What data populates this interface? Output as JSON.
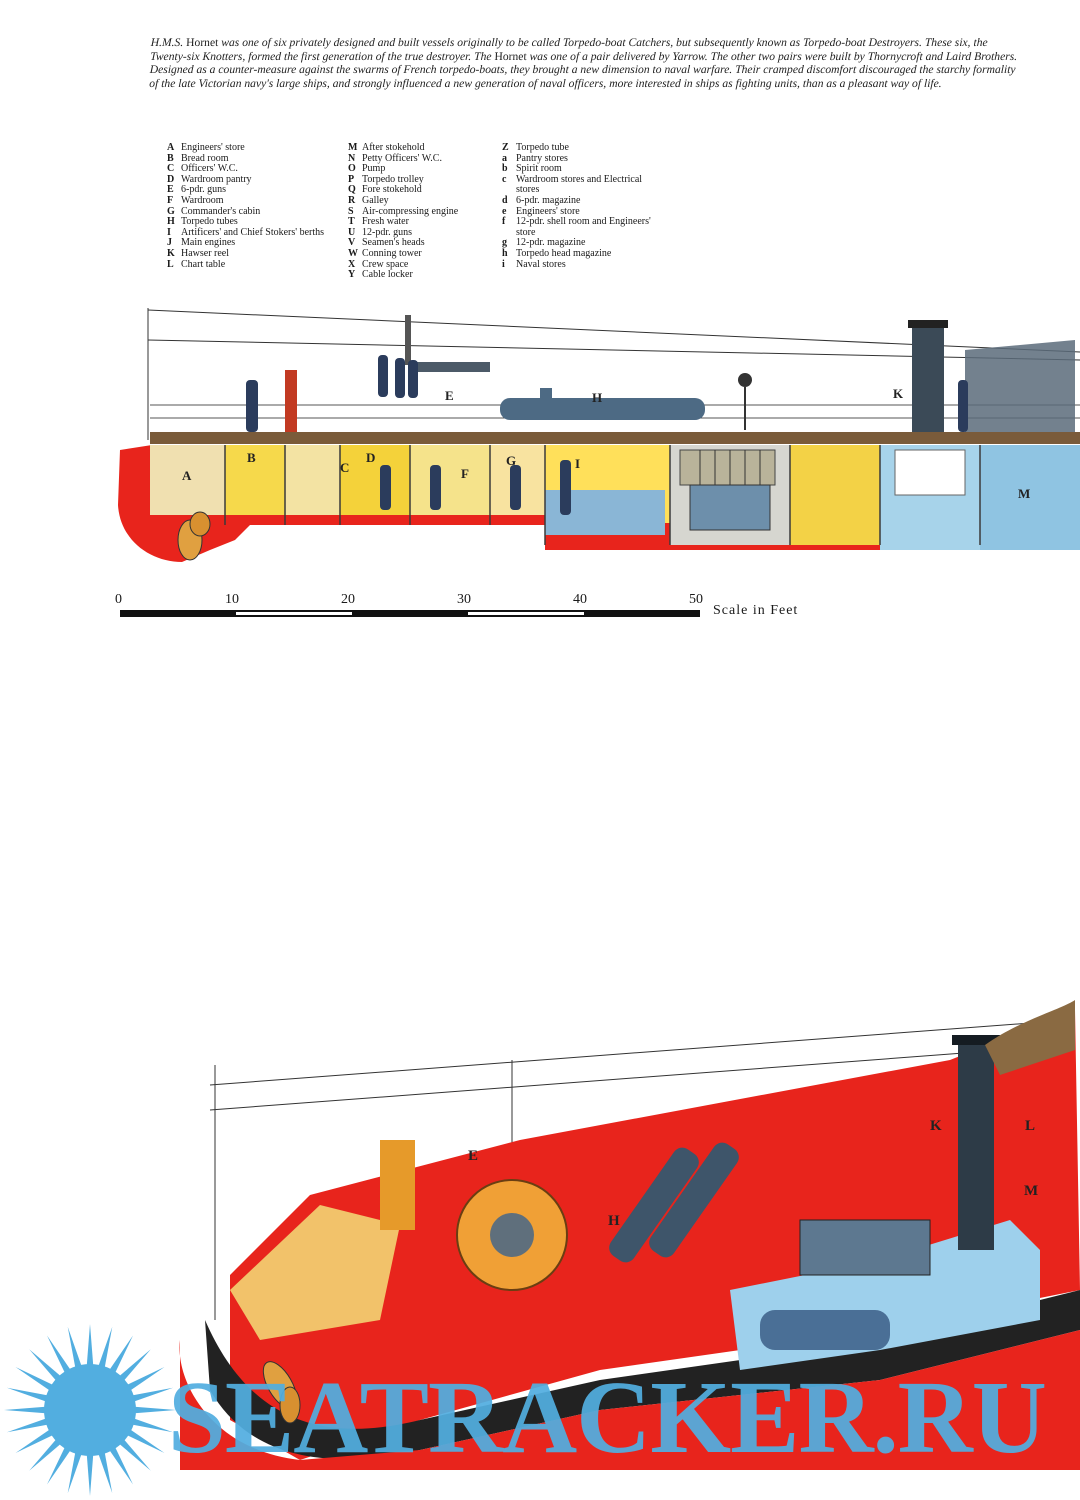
{
  "intro_parts": [
    {
      "text": "H.M.S. ",
      "upright": false
    },
    {
      "text": "Hornet",
      "upright": true
    },
    {
      "text": " was one of six privately designed and built vessels originally to be called Torpedo-boat Catchers, but subsequently known as Torpedo-boat Destroyers. These six, the Twenty-six Knotters, formed the first generation of the true destroyer. The ",
      "upright": false
    },
    {
      "text": "Hornet",
      "upright": true
    },
    {
      "text": " was one of a pair delivered by Yarrow. The other two pairs were built by Thornycroft and Laird Brothers. Designed as a counter-measure against the swarms of French torpedo-boats, they brought a new dimension to naval warfare. Their cramped discomfort discouraged the starchy formality of the late Victorian navy's large ships, and strongly influenced a new generation of naval officers, more interested in ships as fighting units, than as a pleasant way of life.",
      "upright": false
    }
  ],
  "legend_columns": [
    [
      {
        "key": "A",
        "label": "Engineers' store"
      },
      {
        "key": "B",
        "label": "Bread room"
      },
      {
        "key": "C",
        "label": "Officers' W.C."
      },
      {
        "key": "D",
        "label": "Wardroom pantry"
      },
      {
        "key": "E",
        "label": "6-pdr. guns"
      },
      {
        "key": "F",
        "label": "Wardroom"
      },
      {
        "key": "G",
        "label": "Commander's cabin"
      },
      {
        "key": "H",
        "label": "Torpedo tubes"
      },
      {
        "key": "I",
        "label": "Artificers' and Chief Stokers' berths"
      },
      {
        "key": "J",
        "label": "Main engines"
      },
      {
        "key": "K",
        "label": "Hawser reel"
      },
      {
        "key": "L",
        "label": "Chart table"
      }
    ],
    [
      {
        "key": "M",
        "label": "After stokehold"
      },
      {
        "key": "N",
        "label": "Petty Officers' W.C."
      },
      {
        "key": "O",
        "label": "Pump"
      },
      {
        "key": "P",
        "label": "Torpedo trolley"
      },
      {
        "key": "Q",
        "label": "Fore stokehold"
      },
      {
        "key": "R",
        "label": "Galley"
      },
      {
        "key": "S",
        "label": "Air-compressing engine"
      },
      {
        "key": "T",
        "label": "Fresh water"
      },
      {
        "key": "U",
        "label": "12-pdr. guns"
      },
      {
        "key": "V",
        "label": "Seamen's heads"
      },
      {
        "key": "W",
        "label": "Conning tower"
      },
      {
        "key": "X",
        "label": "Crew space"
      },
      {
        "key": "Y",
        "label": "Cable locker"
      }
    ],
    [
      {
        "key": "Z",
        "label": "Torpedo tube"
      },
      {
        "key": "a",
        "label": "Pantry stores"
      },
      {
        "key": "b",
        "label": "Spirit room"
      },
      {
        "key": "c",
        "label": "Wardroom stores and Electrical stores"
      },
      {
        "key": "d",
        "label": "6-pdr. magazine"
      },
      {
        "key": "e",
        "label": "Engineers' store"
      },
      {
        "key": "f",
        "label": "12-pdr. shell room and Engineers' store"
      },
      {
        "key": "g",
        "label": "12-pdr. magazine"
      },
      {
        "key": "h",
        "label": "Torpedo head magazine"
      },
      {
        "key": "i",
        "label": "Naval stores"
      }
    ]
  ],
  "section_letters": [
    "A",
    "B",
    "C",
    "D",
    "E",
    "F",
    "G",
    "H",
    "I",
    "K",
    "M"
  ],
  "deck_letters": [
    "E",
    "H",
    "K",
    "L",
    "M"
  ],
  "scale": {
    "ticks": [
      "0",
      "10",
      "20",
      "30",
      "40",
      "50"
    ],
    "unit_label": "Scale in Feet"
  },
  "watermark": {
    "text": "SEATRACKER.RU"
  },
  "colors": {
    "hull_red": "#e8241c",
    "bulkhead_yellow": "#f4d23a",
    "machinery_blue": "#a7d3ea",
    "watermark_blue": "#52aee0"
  }
}
